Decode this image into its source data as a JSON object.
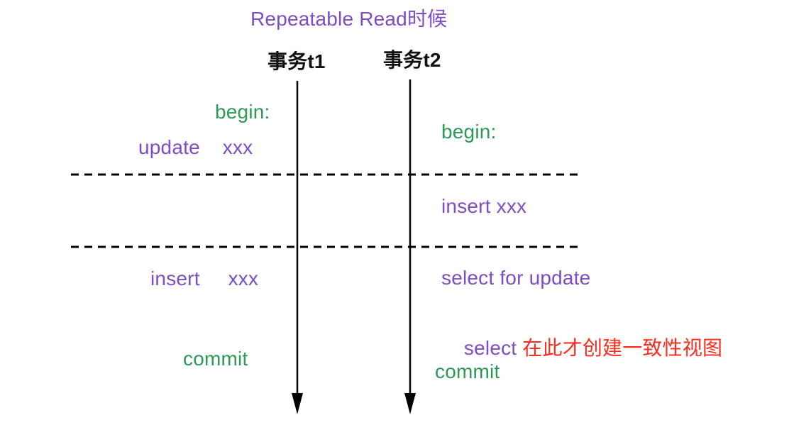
{
  "title": "Repeatable Read时候",
  "colors": {
    "purple": "#7C4DC4",
    "green": "#2B9A57",
    "red": "#FA2D1E",
    "line": "#000000"
  },
  "columns": {
    "t1": {
      "label": "事务t1"
    },
    "t2": {
      "label": "事务t2"
    }
  },
  "t1": {
    "begin": "begin:",
    "update": "update    xxx",
    "insert": "insert     xxx",
    "commit": "commit"
  },
  "t2": {
    "begin": "begin:",
    "insert": "insert xxx",
    "select_for_update": "select for update",
    "select": "select ",
    "select_note": "在此才创建一致性视图",
    "commit": "commit"
  }
}
